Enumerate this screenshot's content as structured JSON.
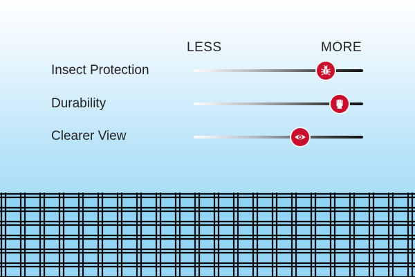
{
  "scale": {
    "less": "LESS",
    "more": "MORE"
  },
  "rows": [
    {
      "label": "Insect Protection",
      "value": 0.78,
      "icon": "bug-icon"
    },
    {
      "label": "Durability",
      "value": 0.86,
      "icon": "fist-icon"
    },
    {
      "label": "Clearer View",
      "value": 0.63,
      "icon": "eye-icon"
    }
  ],
  "colors": {
    "accent": "#c8102e",
    "mesh": "#0a0a0a",
    "sky": "#8fd3f5"
  }
}
